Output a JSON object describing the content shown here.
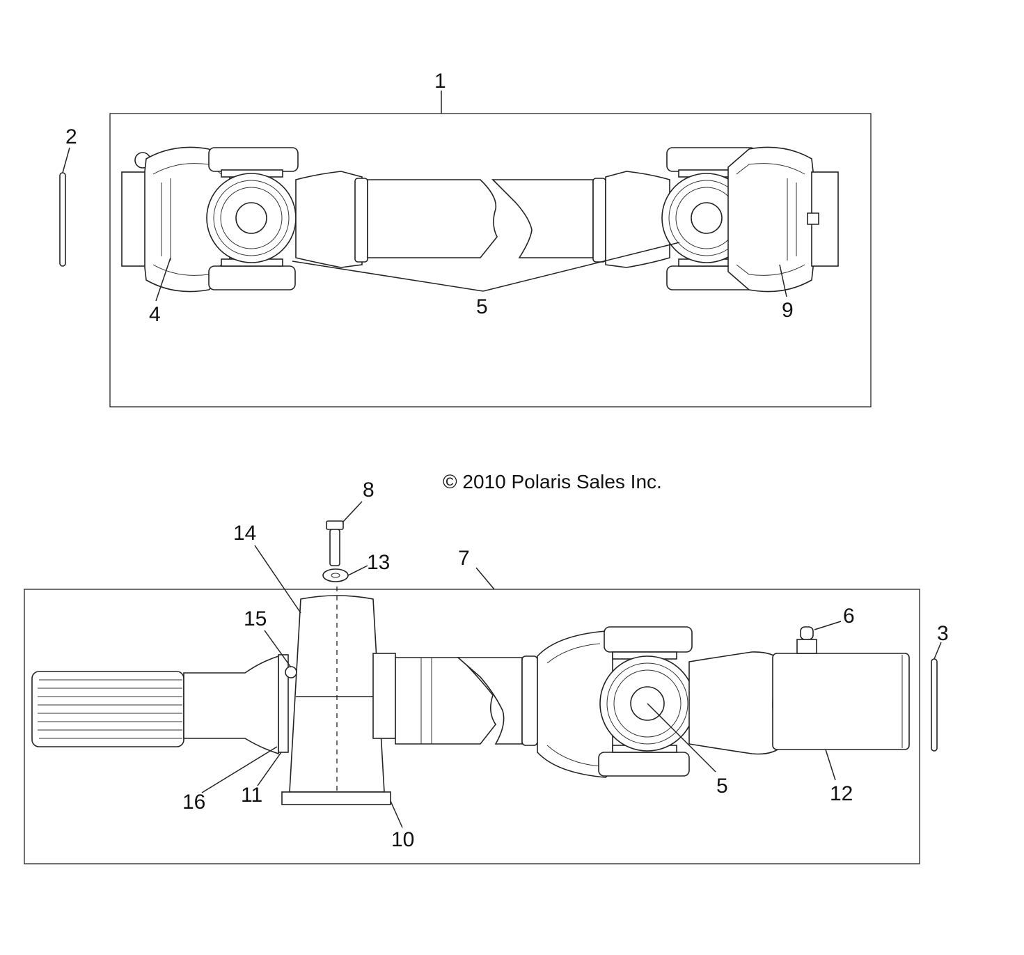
{
  "copyright": "© 2010 Polaris Sales Inc.",
  "callouts": {
    "c1": "1",
    "c2": "2",
    "c3": "3",
    "c4": "4",
    "c5a": "5",
    "c9": "9",
    "c8": "8",
    "c14": "14",
    "c13": "13",
    "c7": "7",
    "c15": "15",
    "c6": "6",
    "c16": "16",
    "c11": "11",
    "c10": "10",
    "c5b": "5",
    "c12": "12"
  }
}
